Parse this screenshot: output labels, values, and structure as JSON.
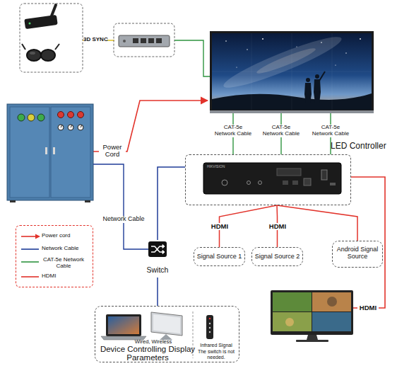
{
  "diagram": {
    "nodes": [
      {
        "text": [
          "LED Controller"
        ]
      },
      {
        "text": [
          "Signal Source 1"
        ]
      },
      {
        "text": [
          "Signal Source 2"
        ]
      },
      {
        "text": [
          "Android Signal Source"
        ]
      },
      {
        "text": [
          "Switch"
        ]
      },
      {
        "text": [
          "Wired, Wireless",
          "Infrared Signal",
          "The switch is not needed.",
          "Device Controlling Display Parameters"
        ]
      }
    ],
    "edges": [
      {
        "from": 0,
        "to": 1,
        "arrow": "none",
        "label": "HDMI"
      },
      {
        "from": 0,
        "to": 2,
        "arrow": "none",
        "label": "HDMI"
      },
      {
        "from": 0,
        "to": 3,
        "arrow": "none"
      },
      {
        "from": 4,
        "to": 0,
        "arrow": "none"
      },
      {
        "from": 4,
        "to": 5,
        "arrow": "none"
      }
    ],
    "labels": [
      "3D SYNC",
      "Power Cord",
      "CAT-5e Network Cable",
      "CAT-5e Network Cable",
      "CAT-5e Network Cable",
      "HIKVISION",
      "Network Cable",
      "HDMI"
    ],
    "legend": [
      {
        "text": "Power cord"
      },
      {
        "text": "Network Cable"
      },
      {
        "text": "CAT-5e Network Cable"
      },
      {
        "text": "HDMI"
      }
    ]
  }
}
